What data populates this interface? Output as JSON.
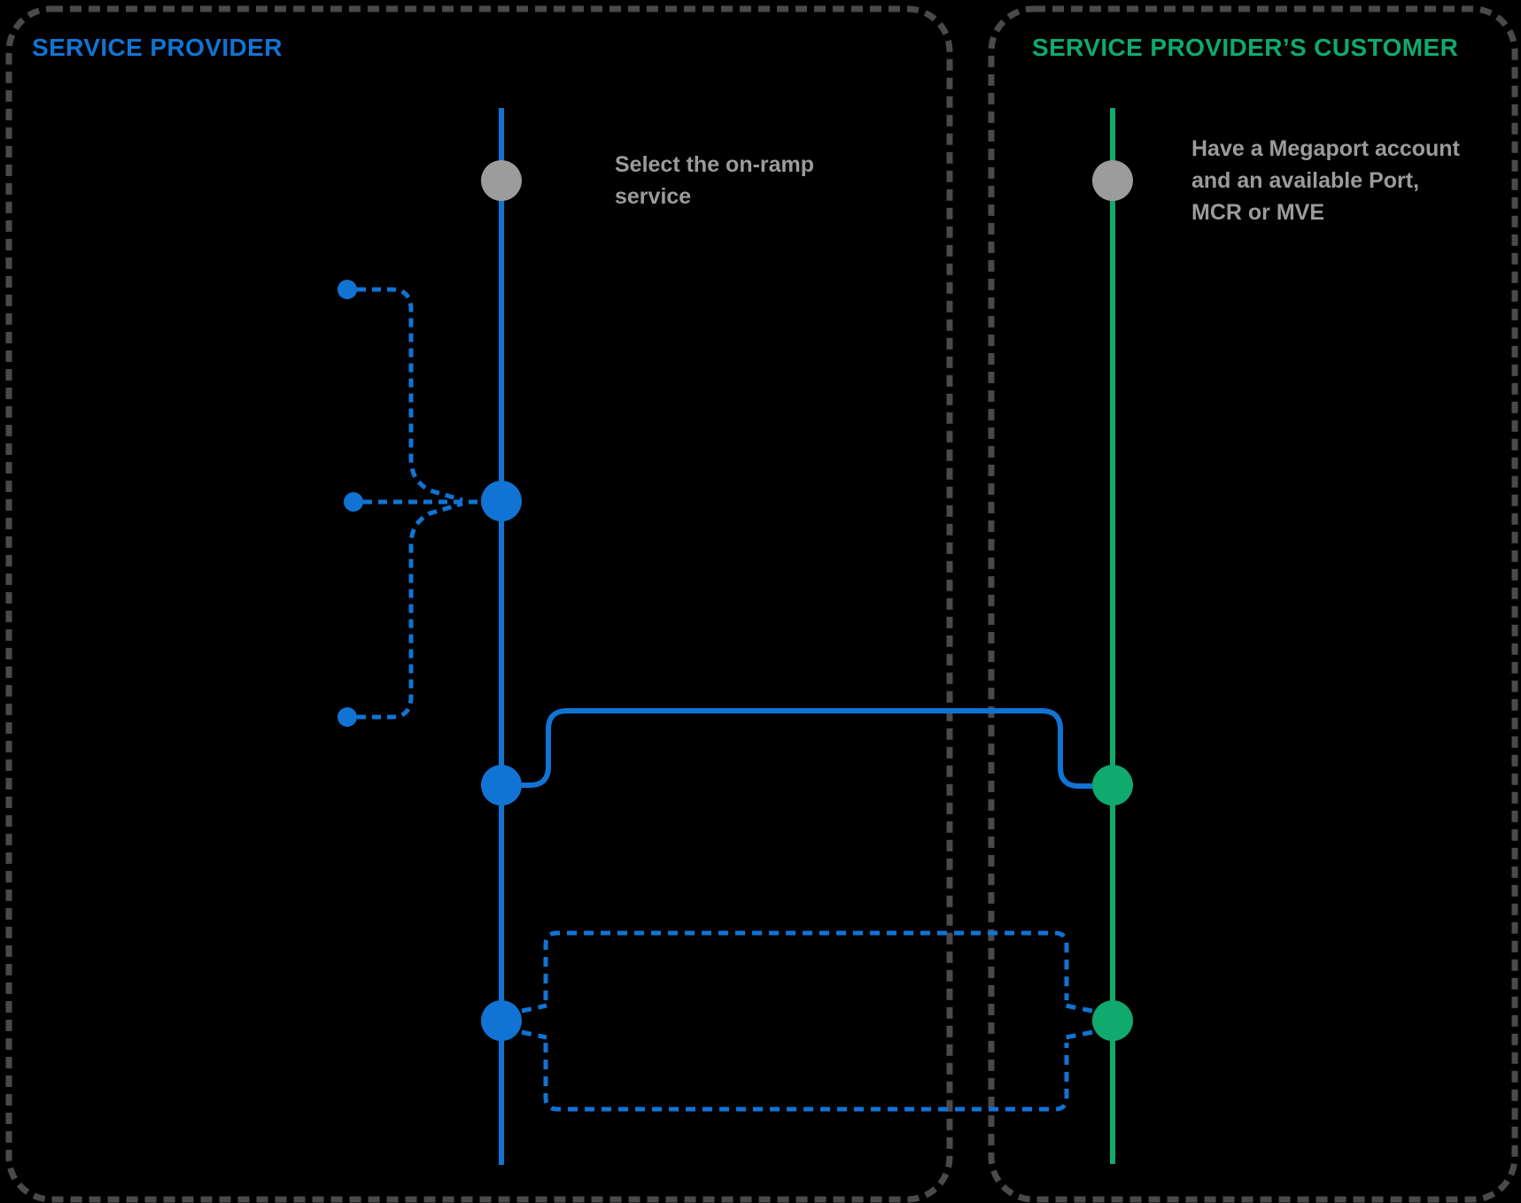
{
  "colors": {
    "background": "#000000",
    "blue": "#1174d4",
    "green": "#10a96e",
    "gray-dot": "#9c9c9c",
    "gray-text": "#9b9b9b",
    "border-gray": "#4a4a4a"
  },
  "left_panel": {
    "title": "SERVICE PROVIDER",
    "note_lines": [
      "Select the on-ramp",
      "service"
    ]
  },
  "right_panel": {
    "title": "SERVICE PROVIDER’S CUSTOMER",
    "note_lines": [
      "Have a Megaport account",
      "and an available Port,",
      "MCR or MVE"
    ]
  }
}
